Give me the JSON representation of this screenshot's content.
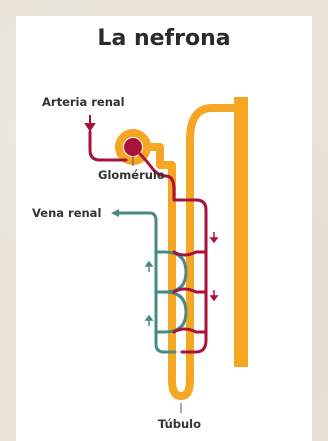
{
  "diagram": {
    "title": "La nefrona",
    "labels": {
      "arteria": "Arteria renal",
      "glomerulo": "Glomérulo",
      "vena": "Vena renal",
      "tubulo": "Túbulo"
    },
    "colors": {
      "tubule": "#f5a623",
      "artery": "#a8123a",
      "vein": "#4a8a84",
      "text": "#333333",
      "background": "#ffffff"
    }
  }
}
